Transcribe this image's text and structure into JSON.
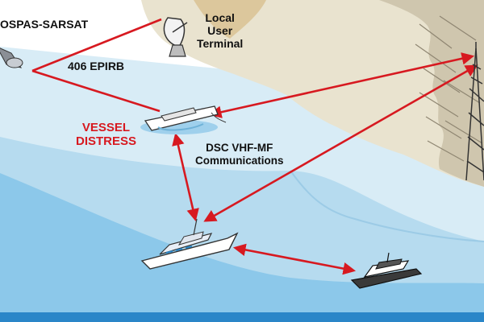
{
  "labels": {
    "satellite_system": "OSPAS-SARSAT",
    "beacon": "406 EPIRB",
    "terminal_line1": "Local",
    "terminal_line2": "User",
    "terminal_line3": "Terminal",
    "distress_line1": "VESSEL",
    "distress_line2": "DISTRESS",
    "comms_line1": "DSC VHF-MF",
    "comms_line2": "Communications"
  },
  "colors": {
    "sky": "#ffffff",
    "sea_light": "#d8ecf6",
    "sea_mid": "#b6dbef",
    "sea_deep": "#7fc1e6",
    "land": "#e9e3cf",
    "cliff": "#b9b09a",
    "arrow_red": "#d71920",
    "distress_text": "#d71920",
    "label_text": "#111111",
    "bottom_band": "#2a86c8"
  },
  "icons": [
    "satellite-icon",
    "satellite-dish-icon",
    "radio-tower-icon",
    "sinking-ship-icon",
    "rescue-ship-icon",
    "motor-yacht-icon"
  ]
}
